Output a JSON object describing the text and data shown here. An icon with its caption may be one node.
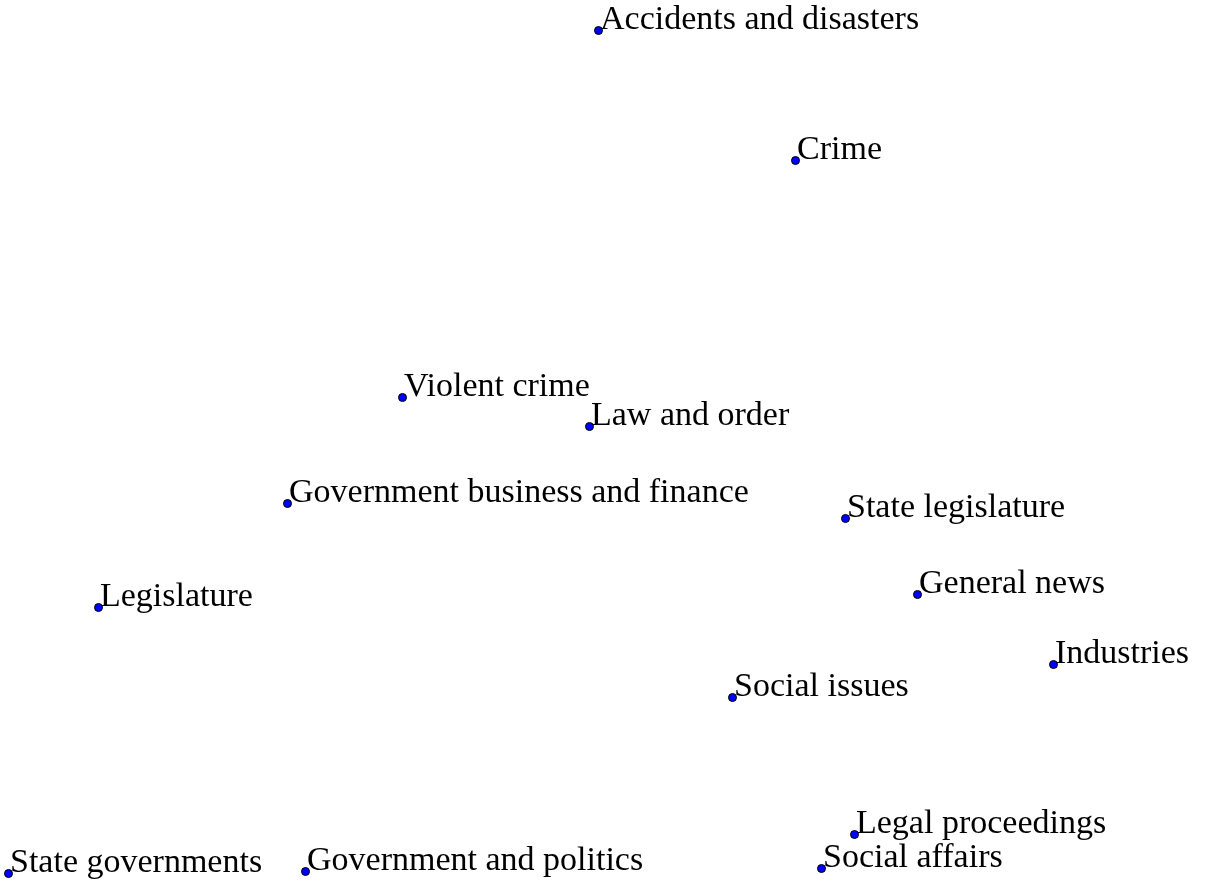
{
  "diagram": {
    "labels": [
      "Accidents and disasters",
      "Crime",
      "Violent crime",
      "Law and order",
      "Government business and finance",
      "State legislature",
      "General news",
      "Legislature",
      "Industries",
      "Social issues",
      "Legal proceedings",
      "State governments",
      "Government and politics",
      "Social affairs"
    ]
  }
}
